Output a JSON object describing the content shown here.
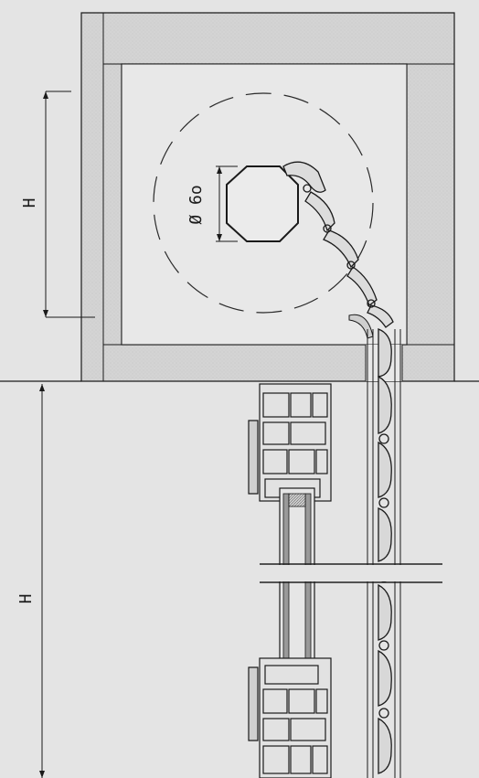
{
  "labels": {
    "box_height": "H",
    "window_height": "H",
    "axle_diameter": "Ø 6o"
  },
  "colors": {
    "background": "#e4e4e4",
    "insulation_fill": "#d2d2d2",
    "box_interior": "#e8e8e8",
    "line": "#1a1a1a",
    "dash_circle": "#2a2a2a",
    "glass": "#9a9a9a"
  }
}
